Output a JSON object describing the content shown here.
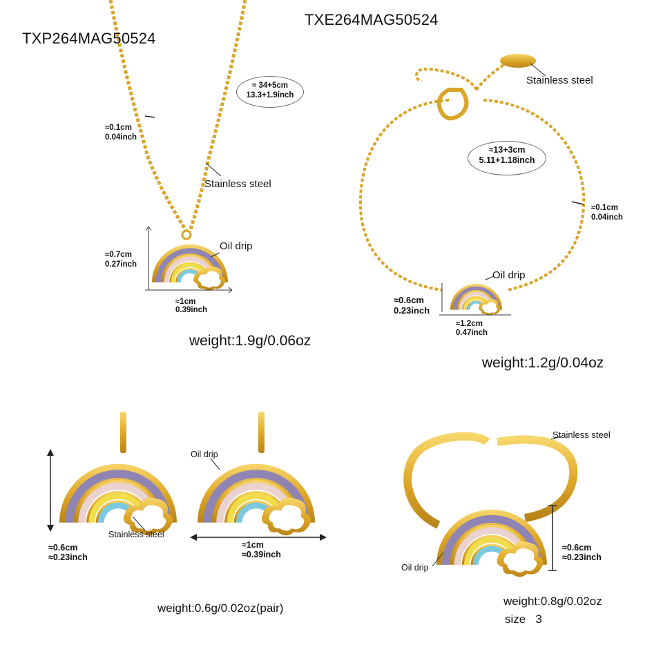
{
  "product_codes": {
    "necklace": "TXP264MAG50524",
    "bracelet": "TXE264MAG50524"
  },
  "necklace": {
    "length_cm": "≈ 34+5cm",
    "length_in": "13.3+1.9inch",
    "chain_cm": "≈0.1cm",
    "chain_in": "0.04inch",
    "material": "Stainless steel",
    "pendant_label": "Oil drip",
    "height_cm": "≈0.7cm",
    "height_in": "0.27inch",
    "width_cm": "≈1cm",
    "width_in": "0.39inch",
    "weight": "weight:1.9g/0.06oz"
  },
  "bracelet": {
    "material": "Stainless steel",
    "length_cm": "≈13+3cm",
    "length_in": "5.11+1.18inch",
    "chain_cm": "≈0.1cm",
    "chain_in": "0.04inch",
    "pendant_label": "Oil drip",
    "height_cm": "≈0.6cm",
    "height_in": "0.23inch",
    "width_cm": "≈1.2cm",
    "width_in": "0.47inch",
    "weight": "weight:1.2g/0.04oz"
  },
  "earrings": {
    "label_oil": "Oil drip",
    "label_steel": "Stainless steel",
    "height_cm": "≈0.6cm",
    "height_in": "≈0.23inch",
    "width_cm": "≈1cm",
    "width_in": "≈0.39inch",
    "weight": "weight:0.6g/0.02oz(pair)"
  },
  "ring": {
    "material": "Stainless steel",
    "label_oil": "Oil drip",
    "height_cm": "≈0.6cm",
    "height_in": "≈0.23inch",
    "weight": "weight:0.8g/0.02oz",
    "size": "size   3"
  },
  "colors": {
    "gold": "#e3b22e",
    "gold_dark": "#b8860b",
    "purple": "#8f84b3",
    "pink": "#e9d2d0",
    "yellow": "#f1dc4a",
    "cyan": "#7ac9e0"
  }
}
